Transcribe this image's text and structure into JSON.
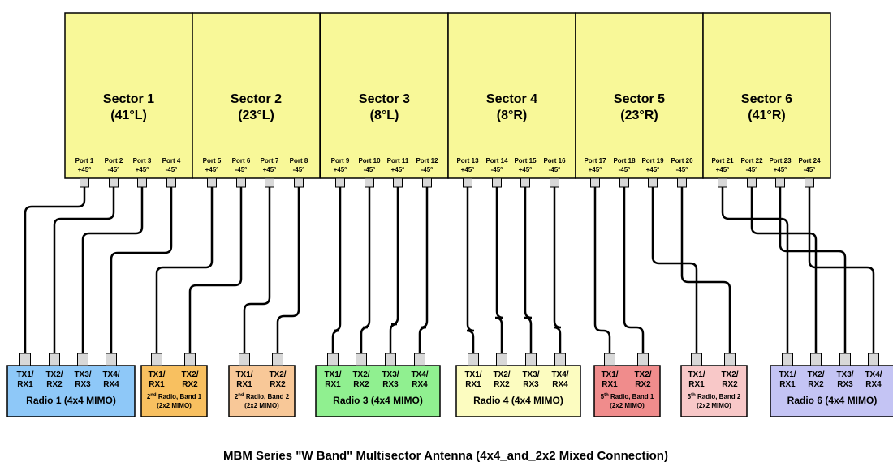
{
  "sectors": [
    {
      "name": "Sector 1",
      "angle": "(41°L)",
      "ports": [
        {
          "num": "Port 1",
          "pol": "+45°"
        },
        {
          "num": "Port 2",
          "pol": "-45°"
        },
        {
          "num": "Port 3",
          "pol": "+45°"
        },
        {
          "num": "Port 4",
          "pol": "-45°"
        }
      ]
    },
    {
      "name": "Sector 2",
      "angle": "(23°L)",
      "ports": [
        {
          "num": "Port 5",
          "pol": "+45°"
        },
        {
          "num": "Port 6",
          "pol": "-45°"
        },
        {
          "num": "Port 7",
          "pol": "+45°"
        },
        {
          "num": "Port 8",
          "pol": "-45°"
        }
      ]
    },
    {
      "name": "Sector 3",
      "angle": "(8°L)",
      "ports": [
        {
          "num": "Port 9",
          "pol": "+45°"
        },
        {
          "num": "Port 10",
          "pol": "-45°"
        },
        {
          "num": "Port 11",
          "pol": "+45°"
        },
        {
          "num": "Port 12",
          "pol": "-45°"
        }
      ]
    },
    {
      "name": "Sector 4",
      "angle": "(8°R)",
      "ports": [
        {
          "num": "Port 13",
          "pol": "+45°"
        },
        {
          "num": "Port 14",
          "pol": "-45°"
        },
        {
          "num": "Port 15",
          "pol": "+45°"
        },
        {
          "num": "Port 16",
          "pol": "-45°"
        }
      ]
    },
    {
      "name": "Sector 5",
      "angle": "(23°R)",
      "ports": [
        {
          "num": "Port 17",
          "pol": "+45°"
        },
        {
          "num": "Port 18",
          "pol": "-45°"
        },
        {
          "num": "Port 19",
          "pol": "+45°"
        },
        {
          "num": "Port 20",
          "pol": "-45°"
        }
      ]
    },
    {
      "name": "Sector 6",
      "angle": "(41°R)",
      "ports": [
        {
          "num": "Port 21",
          "pol": "+45°"
        },
        {
          "num": "Port 22",
          "pol": "-45°"
        },
        {
          "num": "Port 23",
          "pol": "+45°"
        },
        {
          "num": "Port 24",
          "pol": "-45°"
        }
      ]
    }
  ],
  "radios": [
    {
      "name": "Radio 1 (4x4 MIMO)",
      "color": "#8ec8f8",
      "ports": [
        [
          "TX1/",
          "RX1"
        ],
        [
          "TX2/",
          "RX2"
        ],
        [
          "TX3/",
          "RX3"
        ],
        [
          "TX4/",
          "RX4"
        ]
      ]
    },
    {
      "name_sup": "nd",
      "name_pre": "2",
      "name_post": " Radio, Band 1",
      "name_line2": "(2x2 MIMO)",
      "color": "#f8c060",
      "ports": [
        [
          "TX1/",
          "RX1"
        ],
        [
          "TX2/",
          "RX2"
        ]
      ]
    },
    {
      "name_sup": "nd",
      "name_pre": "2",
      "name_post": " Radio, Band 2",
      "name_line2": "(2x2 MIMO)",
      "color": "#f8c898",
      "ports": [
        [
          "TX1/",
          "RX1"
        ],
        [
          "TX2/",
          "RX2"
        ]
      ]
    },
    {
      "name": "Radio 3 (4x4 MIMO)",
      "color": "#90f090",
      "ports": [
        [
          "TX1/",
          "RX1"
        ],
        [
          "TX2/",
          "RX2"
        ],
        [
          "TX3/",
          "RX3"
        ],
        [
          "TX4/",
          "RX4"
        ]
      ]
    },
    {
      "name": "Radio 4 (4x4 MIMO)",
      "color": "#fcfcc0",
      "ports": [
        [
          "TX1/",
          "RX1"
        ],
        [
          "TX2/",
          "RX2"
        ],
        [
          "TX3/",
          "RX3"
        ],
        [
          "TX4/",
          "RX4"
        ]
      ]
    },
    {
      "name_sup": "th",
      "name_pre": "5",
      "name_post": " Radio, Band 1",
      "name_line2": "(2x2 MIMO)",
      "color": "#f08c8c",
      "ports": [
        [
          "TX1/",
          "RX1"
        ],
        [
          "TX2/",
          "RX2"
        ]
      ]
    },
    {
      "name_sup": "th",
      "name_pre": "5",
      "name_post": " Radio, Band 2",
      "name_line2": "(2x2 MIMO)",
      "color": "#f8c8c8",
      "ports": [
        [
          "TX1/",
          "RX1"
        ],
        [
          "TX2/",
          "RX2"
        ]
      ]
    },
    {
      "name": "Radio 6 (4x4 MIMO)",
      "color": "#c4c4f4",
      "ports": [
        [
          "TX1/",
          "RX1"
        ],
        [
          "TX2/",
          "RX2"
        ],
        [
          "TX3/",
          "RX3"
        ],
        [
          "TX4/",
          "RX4"
        ]
      ]
    }
  ],
  "caption": "MBM Series \"W Band\" Multisector Antenna (4x4_and_2x2 Mixed Connection)"
}
